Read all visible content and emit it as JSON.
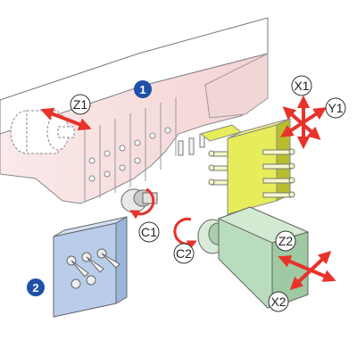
{
  "colors": {
    "arrow_red": "#e8322a",
    "badge_blue": "#1f4fa6",
    "yellow_tool": "#e6ec5a",
    "yellow_dark": "#b7bd2c",
    "green_spindle": "#b9dcbc",
    "blue_block": "#b9cdea",
    "pink_gang": "#f7dede",
    "outline": "#555555"
  },
  "badges": [
    {
      "id": "1",
      "text": "1"
    },
    {
      "id": "2",
      "text": "2"
    }
  ],
  "axis_labels": {
    "z1": "Z1",
    "x1": "X1",
    "y1": "Y1",
    "c1": "C1",
    "c2": "C2",
    "z2": "Z2",
    "x2": "X2"
  }
}
